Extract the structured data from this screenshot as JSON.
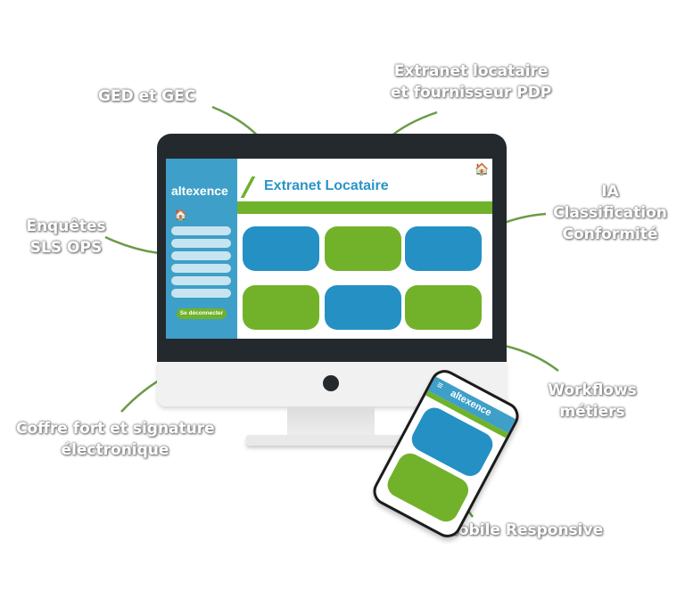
{
  "labels": {
    "ged": "GED et GEC",
    "extranet_line1": "Extranet locataire",
    "extranet_line2": "et fournisseur PDP",
    "ia_line1": "IA",
    "ia_line2": "Classification",
    "ia_line3": "Conformité",
    "enquetes_line1": "Enquêtes",
    "enquetes_line2": "SLS OPS",
    "workflows_line1": "Workflows",
    "workflows_line2": "métiers",
    "coffre_line1": "Coffre fort et signature",
    "coffre_line2": "électronique",
    "mobile": "Mobile Responsive"
  },
  "app": {
    "logo": "altexence",
    "title": "Extranet Locataire",
    "logout_label": "Se déconnecter",
    "home_icon": "🏠",
    "menu_icon": "≡"
  },
  "colors": {
    "blue": "#2590c4",
    "green": "#72b22a",
    "sidebar": "#3e9fc8",
    "home": "#e62b2b"
  }
}
